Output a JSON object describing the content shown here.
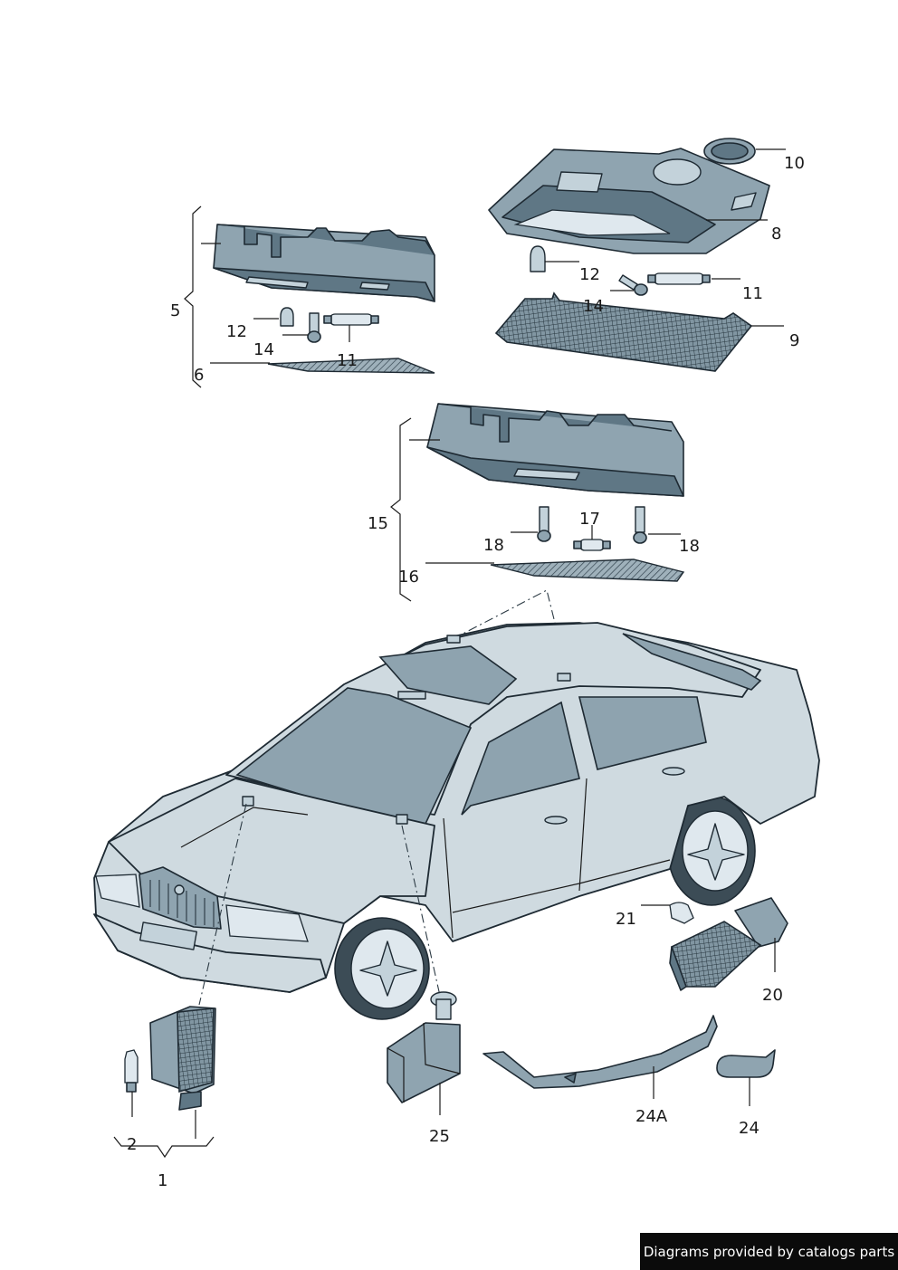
{
  "labels": {
    "l10": "10",
    "l8": "8",
    "l12a": "12",
    "l11a": "11",
    "l14a": "14",
    "l9": "9",
    "l5": "5",
    "l12b": "12",
    "l14b": "14",
    "l11b": "11",
    "l6": "6",
    "l15": "15",
    "l17": "17",
    "l18a": "18",
    "l18b": "18",
    "l16": "16",
    "l21": "21",
    "l20": "20",
    "l2": "2",
    "l1": "1",
    "l25": "25",
    "l24A": "24A",
    "l24": "24"
  },
  "watermark": "Diagrams provided by catalogs parts"
}
